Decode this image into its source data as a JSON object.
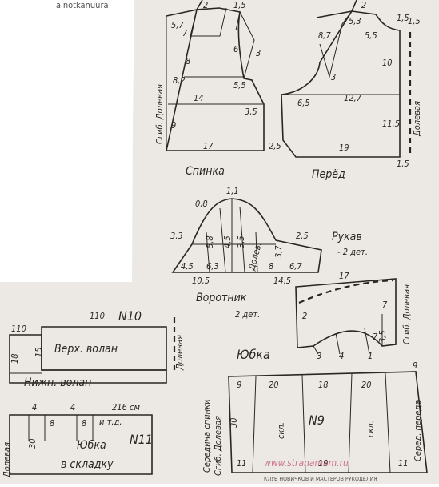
{
  "header_text": "alnotkanuura",
  "watermark": "КЛУБ НОВИЧКОВ И МАСТЕРОВ РУКОДЕЛИЯ",
  "site_logo": "www.stranamam.ru",
  "back": {
    "title": "Спинка",
    "fold_label": "Сгиб. Долевая",
    "dims": [
      "2",
      "1,5",
      "5,7",
      "7",
      "8",
      "8,2",
      "6",
      "5,5",
      "3,5",
      "14",
      "9",
      "17",
      "2,5",
      "3"
    ]
  },
  "front": {
    "title": "Перёд",
    "grain_label": "Долевая",
    "dims": [
      "2",
      "1,5",
      "8,7",
      "5,3",
      "5,5",
      "3",
      "10",
      "6,5",
      "12,7",
      "11,5",
      "19",
      "1,5",
      "1,5"
    ]
  },
  "sleeve": {
    "title": "Рукав",
    "count": "- 2 дет.",
    "dims": [
      "1,1",
      "0,8",
      "3,3",
      "5,8",
      "4,5",
      "3,5",
      "3,7",
      "2,5",
      "4,5",
      "6,3",
      "8",
      "6,7",
      "10,5",
      "14,5"
    ],
    "grain_label": "Долев."
  },
  "collar": {
    "title": "Воротник",
    "count": "2 дет.",
    "fold_label": "Сгиб. Долевая",
    "dims": [
      "17",
      "7",
      "2",
      "3,5",
      "3",
      "4",
      "1",
      "7"
    ]
  },
  "ruffle": {
    "number": "N10",
    "upper_label": "Верх. волан",
    "lower_label": "Нижн. волан",
    "grain_label": "Долевая",
    "dims": [
      "110",
      "110",
      "15",
      "18"
    ]
  },
  "skirt_n11": {
    "number": "N11",
    "label_line1": "Юбка",
    "label_line2": "в складку",
    "grain_label": "Долевая",
    "dims": [
      "4",
      "4",
      "216 см",
      "8",
      "8",
      "и т.д.",
      "30"
    ]
  },
  "skirt_n9": {
    "title": "Юбка",
    "number": "N9",
    "back_mid_label": "Середина спинки",
    "back_fold_label": "Сгиб. Долевая",
    "front_mid_label": "Серед. переда",
    "pleat_label": "скл.",
    "dims": [
      "9",
      "9",
      "20",
      "18",
      "20",
      "30",
      "11",
      "19",
      "11"
    ]
  }
}
